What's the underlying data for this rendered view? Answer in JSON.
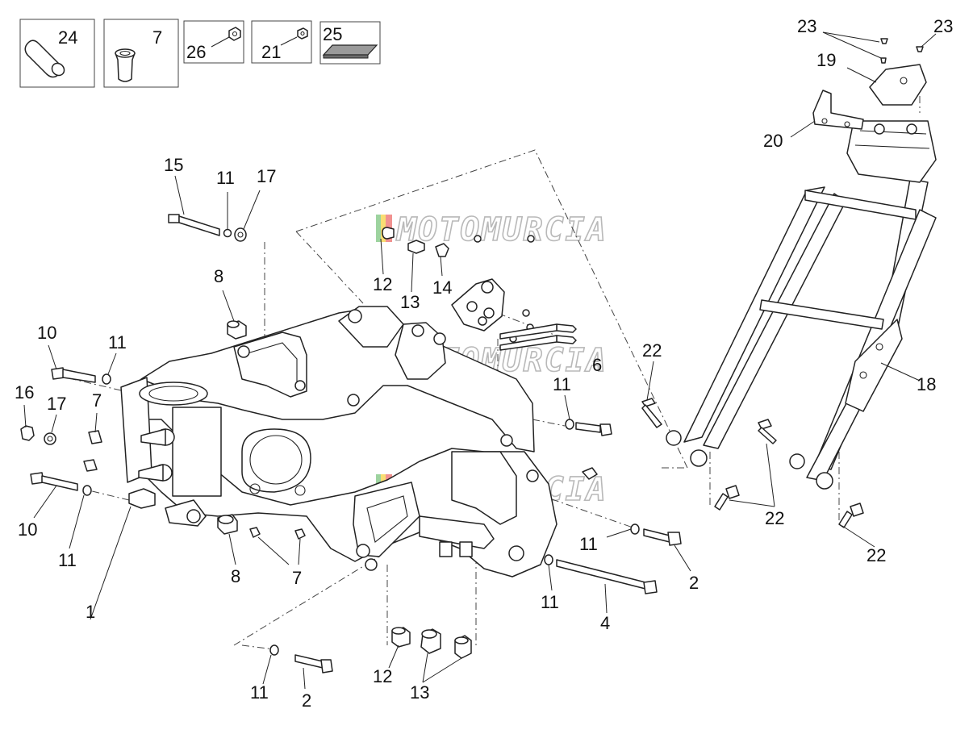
{
  "diagram": {
    "kit_boxes": [
      {
        "num": "24",
        "part": "sleeve"
      },
      {
        "num": "7",
        "part": "rubber-bush"
      },
      {
        "num": "26",
        "part": "nut"
      },
      {
        "num": "21",
        "part": "nut"
      },
      {
        "num": "25",
        "part": "pad"
      }
    ],
    "callouts": [
      "23",
      "23",
      "19",
      "20",
      "15",
      "11",
      "17",
      "8",
      "12",
      "13",
      "14",
      "10",
      "11",
      "16",
      "17",
      "7",
      "22",
      "11",
      "6",
      "18",
      "10",
      "11",
      "1",
      "8",
      "7",
      "11",
      "2",
      "22",
      "22",
      "11",
      "4",
      "11",
      "2",
      "12",
      "13"
    ],
    "watermarks": [
      "MOTOMURCIA",
      "MOTOMURCIA",
      "MOTOMURCIA"
    ],
    "colors": {
      "line": "#222222",
      "watermark": "#b9b9b9",
      "watermark_flag_green": "#4caf50",
      "watermark_flag_yellow": "#f2c200",
      "watermark_flag_red": "#e53935"
    }
  }
}
